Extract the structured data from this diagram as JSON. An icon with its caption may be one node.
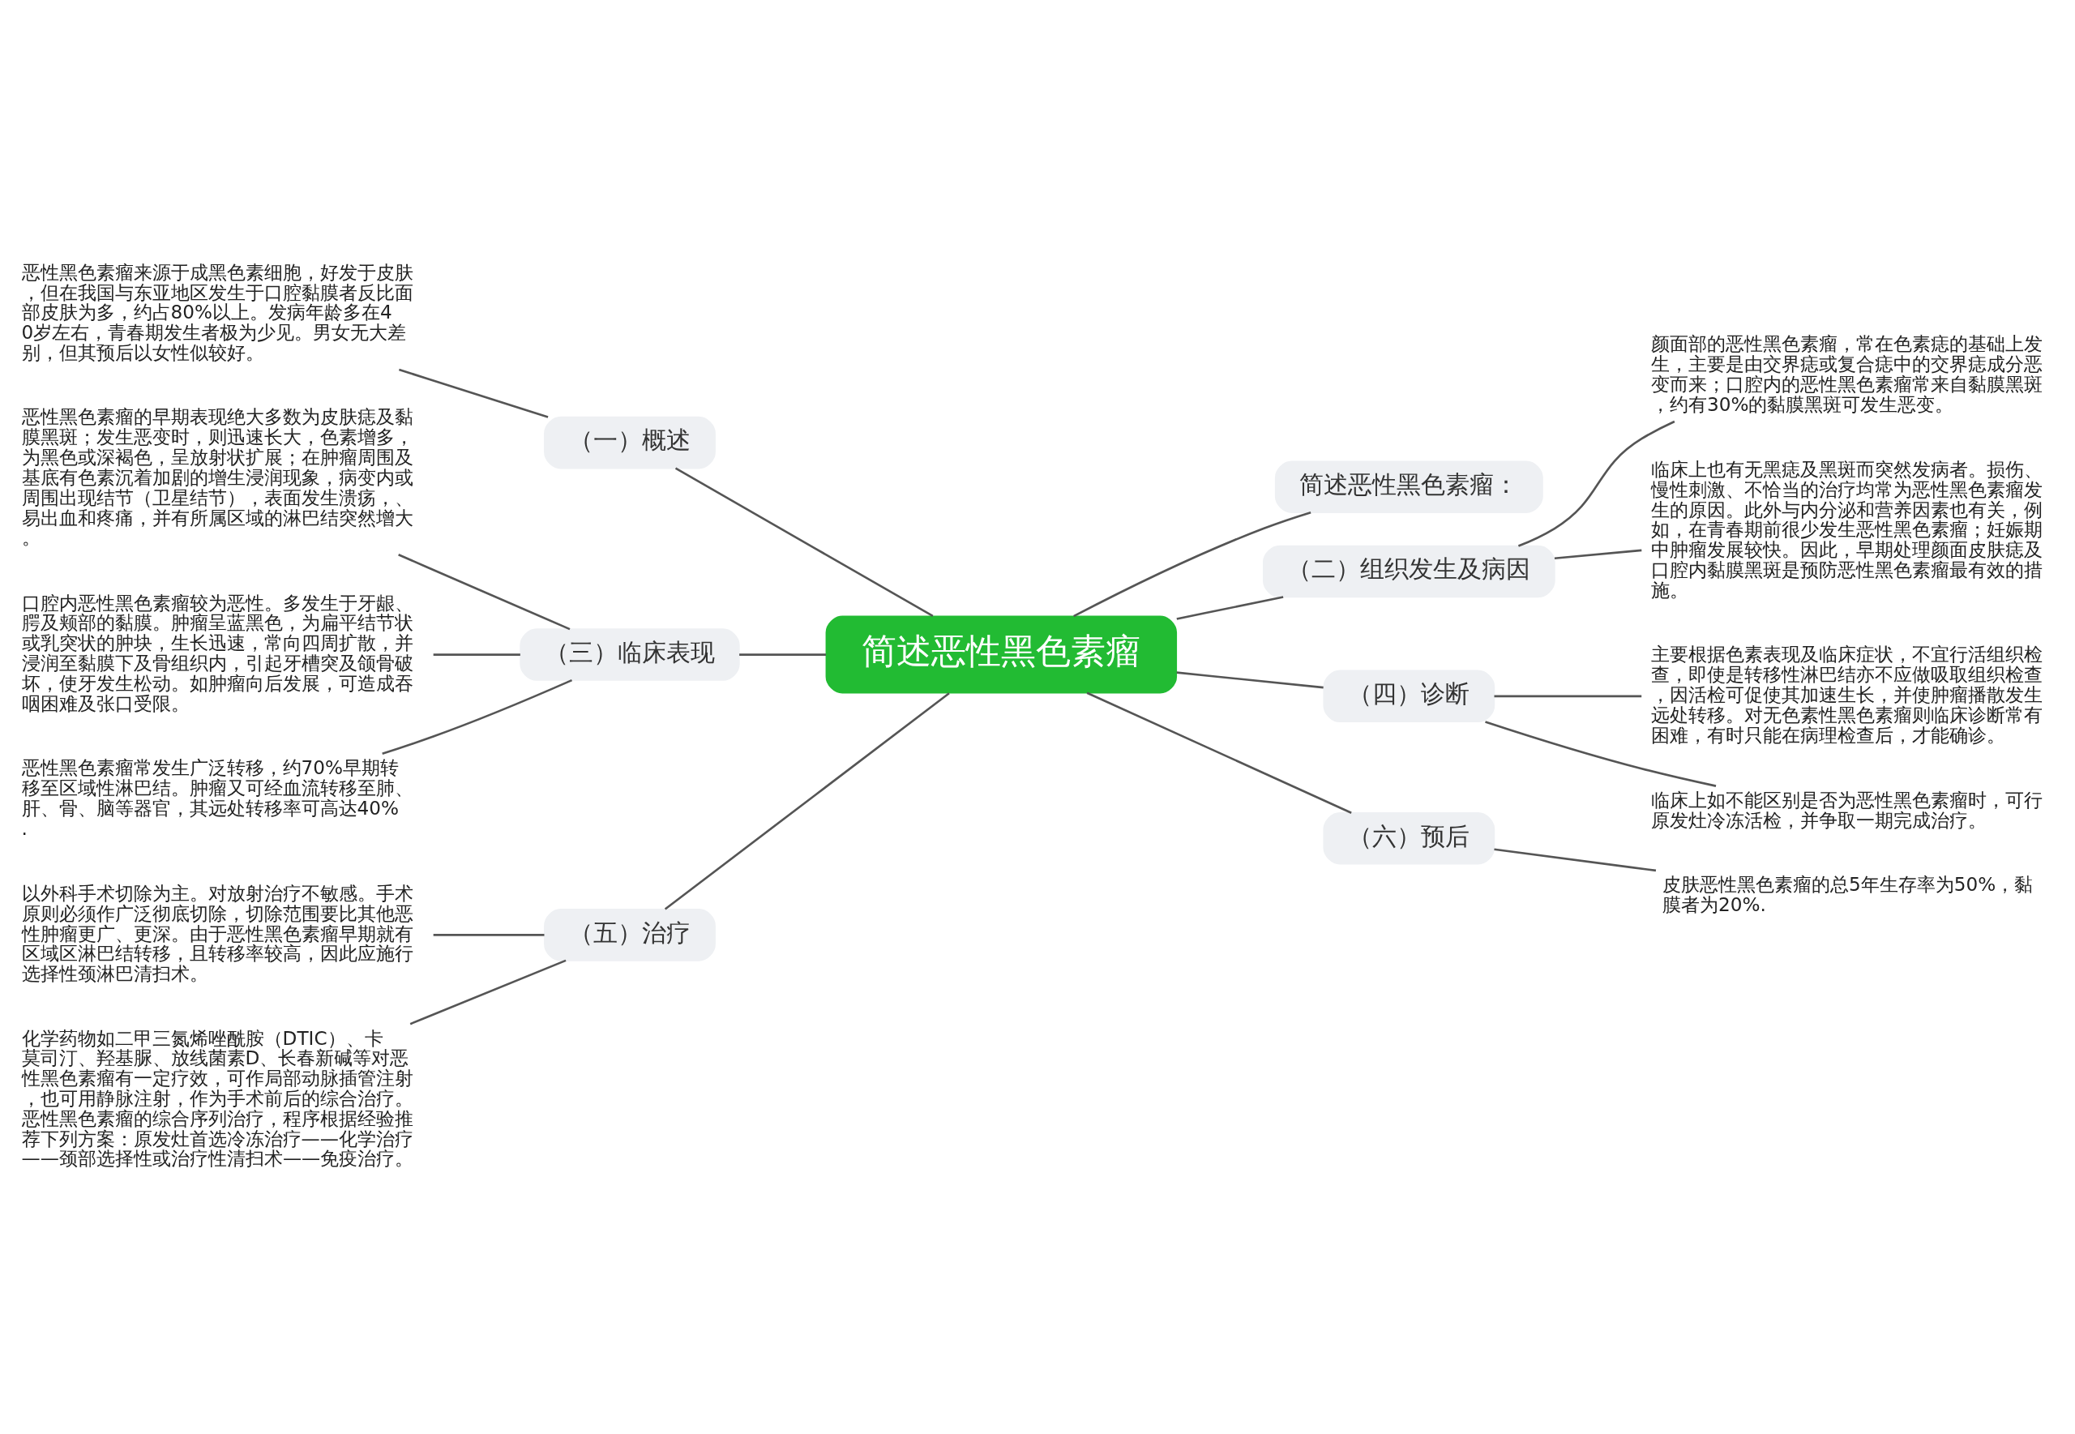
{
  "diagram": {
    "nodes": [
      {
        "text": [
          "简述恶性黑色素瘤"
        ]
      },
      {
        "text": [
          "（一）概述"
        ]
      },
      {
        "text": [
          "恶性黑色素瘤来源于成黑色素细胞，好发于皮肤，但在我国与东亚地区发生于口腔黏膜者反比面部皮肤为多，约占80%以上。发病年龄多在40岁左右，青春期发生者极为少见。男女无大差别，但其预后以女性似较好。"
        ]
      },
      {
        "text": [
          "简述恶性黑色素瘤："
        ]
      },
      {
        "text": [
          "（二）组织发生及病因"
        ]
      },
      {
        "text": [
          "颜面部的恶性黑色素瘤，常在色素痣的基础上发生，主要是由交界痣或复合痣中的交界痣成分恶变而来；口腔内的恶性黑色素瘤常来自黏膜黑斑，约有30%的黏膜黑斑可发生恶变。"
        ]
      },
      {
        "text": [
          "临床上也有无黑痣及黑斑而突然发病者。损伤、慢性刺激、不恰当的治疗均常为恶性黑色素瘤发生的原因。此外与内分泌和营养因素也有关，例如，在青春期前很少发生恶性黑色素瘤；妊娠期中肿瘤发展较快。因此，早期处理颜面皮肤痣及口腔内黏膜黑斑是预防恶性黑色素瘤最有效的措施。"
        ]
      },
      {
        "text": [
          "（三）临床表现"
        ]
      },
      {
        "text": [
          "恶性黑色素瘤的早期表现绝大多数为皮肤痣及黏膜黑斑；发生恶变时，则迅速长大，色素增多，为黑色或深褐色，呈放射状扩展；在肿瘤周围及基底有色素沉着加剧的增生浸润现象，病变内或周围出现结节（卫星结节），表面发生溃疡，、易出血和疼痛，并有所属区域的淋巴结突然增大。"
        ]
      },
      {
        "text": [
          "口腔内恶性黑色素瘤较为恶性。多发生于牙龈、腭及颊部的黏膜。肿瘤呈蓝黑色，为扁平结节状或乳突状的肿块，生长迅速，常向四周扩散，并浸润至黏膜下及骨组织内，引起牙槽突及颌骨破坏，使牙发生松动。如肿瘤向后发展，可造成吞咽困难及张口受限。"
        ]
      },
      {
        "text": [
          "恶性黑色素瘤常发生广泛转移，约70%早期转移至区域性淋巴结。肿瘤又可经血流转移至肺、肝、骨、脑等器官，其远处转移率可高达40%."
        ]
      },
      {
        "text": [
          "（四）诊断"
        ]
      },
      {
        "text": [
          "主要根据色素表现及临床症状，不宜行活组织检查，即使是转移性淋巴结亦不应做吸取组织检查，因活检可促使其加速生长，并使肿瘤播散发生远处转移。对无色素性黑色素瘤则临床诊断常有困难，有时只能在病理检查后，才能确诊。"
        ]
      },
      {
        "text": [
          "临床上如不能区别是否为恶性黑色素瘤时，可行原发灶冷冻活检，并争取一期完成治疗。"
        ]
      },
      {
        "text": [
          "（六）预后"
        ]
      },
      {
        "text": [
          "皮肤恶性黑色素瘤的总5年生存率为50%，黏膜者为20%."
        ]
      },
      {
        "text": [
          "（五）治疗"
        ]
      },
      {
        "text": [
          "以外科手术切除为主。对放射治疗不敏感。手术原则必须作广泛彻底切除，切除范围要比其他恶性肿瘤更广、更深。由于恶性黑色素瘤早期就有区域区淋巴结转移，且转移率较高，因此应施行选择性颈淋巴清扫术。"
        ]
      },
      {
        "text": [
          "化学药物如二甲三氮烯唑酰胺（DTIC）、卡莫司汀、羟基脲、放线菌素D、长春新碱等对恶性黑色素瘤有一定疗效，可作局部动脉插管注射，也可用静脉注射，作为手术前后的综合治疗。恶性黑色素瘤的综合序列治疗，程序根据经验推荐下列方案：原发灶首选冷冻治疗——化学治疗——颈部选择性或治疗性清扫术——免疫治疗。"
        ]
      }
    ],
    "edges": [
      {
        "from": 0,
        "to": 1,
        "arrow": "none"
      },
      {
        "from": 1,
        "to": 2,
        "arrow": "none"
      },
      {
        "from": 0,
        "to": 3,
        "arrow": "none"
      },
      {
        "from": 0,
        "to": 4,
        "arrow": "none"
      },
      {
        "from": 4,
        "to": 5,
        "arrow": "none"
      },
      {
        "from": 4,
        "to": 6,
        "arrow": "none"
      },
      {
        "from": 0,
        "to": 7,
        "arrow": "none"
      },
      {
        "from": 7,
        "to": 8,
        "arrow": "none"
      },
      {
        "from": 7,
        "to": 9,
        "arrow": "none"
      },
      {
        "from": 7,
        "to": 10,
        "arrow": "none"
      },
      {
        "from": 0,
        "to": 11,
        "arrow": "none"
      },
      {
        "from": 11,
        "to": 12,
        "arrow": "none"
      },
      {
        "from": 11,
        "to": 13,
        "arrow": "none"
      },
      {
        "from": 0,
        "to": 14,
        "arrow": "none"
      },
      {
        "from": 14,
        "to": 15,
        "arrow": "none"
      },
      {
        "from": 0,
        "to": 16,
        "arrow": "none"
      },
      {
        "from": 16,
        "to": 17,
        "arrow": "none"
      },
      {
        "from": 16,
        "to": 18,
        "arrow": "none"
      }
    ]
  }
}
